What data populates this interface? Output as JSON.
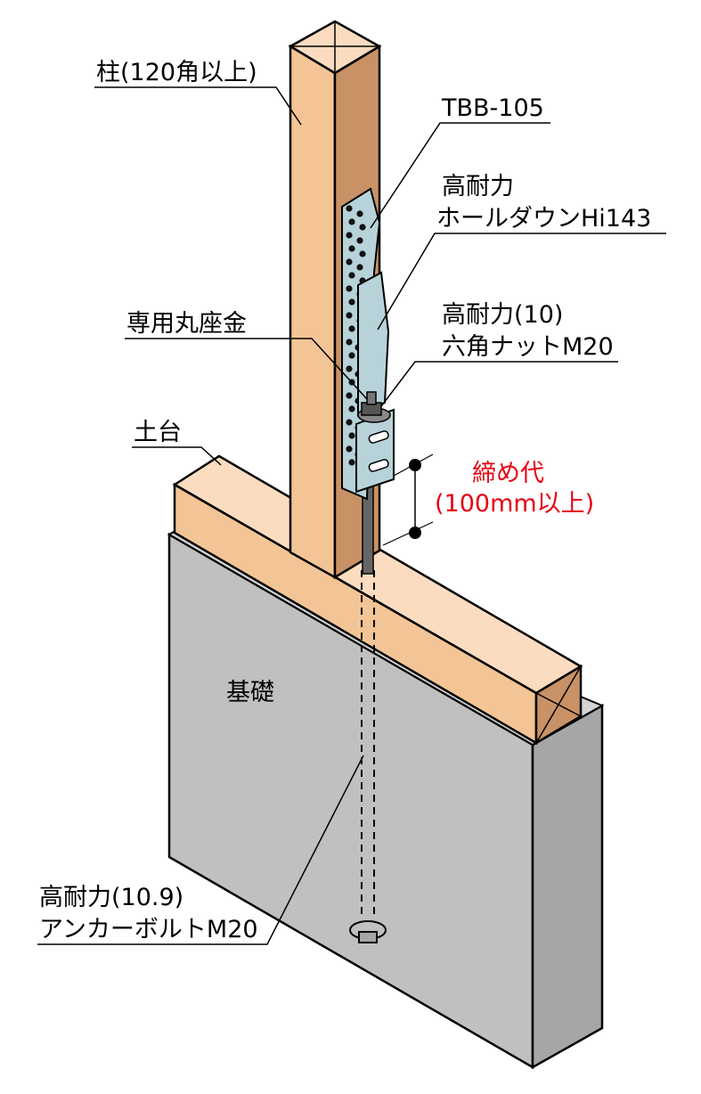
{
  "labels": {
    "column": "柱(120角以上)",
    "tbb": "TBB-105",
    "holddown_line1": "高耐力",
    "holddown_line2": "ホールダウンHi143",
    "washer": "専用丸座金",
    "nut_line1": "高耐力(10)",
    "nut_line2": "六角ナットM20",
    "sill": "土台",
    "margin_line1": "締め代",
    "margin_line2": "(100mm以上)",
    "foundation": "基礎",
    "anchor_line1": "高耐力(10.9)",
    "anchor_line2": "アンカーボルトM20"
  },
  "colors": {
    "wood_front": "#f3c596",
    "wood_top": "#fbdcc0",
    "wood_side": "#c99266",
    "concrete_front": "#c0c0c0",
    "concrete_side": "#a6a6a6",
    "concrete_top": "#dcdcdc",
    "steel": "#b7d3d9",
    "highlight_text": "#e60012"
  }
}
